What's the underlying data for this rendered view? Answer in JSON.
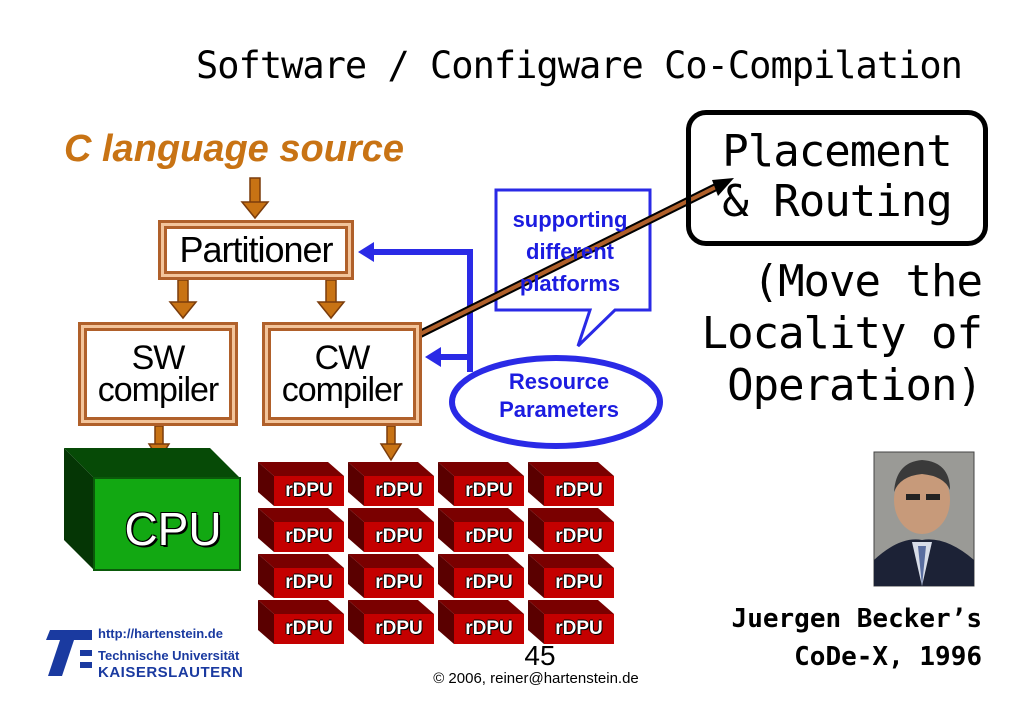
{
  "slide": {
    "title": "Software / Configware Co-Compilation",
    "source_label": "C language source",
    "partitioner": "Partitioner",
    "sw_compiler": {
      "line1": "SW",
      "line2": "compiler"
    },
    "cw_compiler": {
      "line1": "CW",
      "line2": "compiler"
    },
    "placement_box": {
      "line1": "Placement",
      "line2": "& Routing"
    },
    "move_text": {
      "line1": "(Move the",
      "line2": "Locality of",
      "line3": "Operation)"
    },
    "callout": {
      "line1": "supporting",
      "line2": "different",
      "line3": "platforms"
    },
    "resource": {
      "line1": "Resource",
      "line2": "Parameters"
    },
    "cpu_label": "CPU",
    "rdpu_label": "rDPU",
    "attribution": {
      "line1": "Juergen Becker’s",
      "line2": "CoDe-X, 1996"
    },
    "page_number": "45",
    "copyright": "© 2006, reiner@hartenstein.de",
    "footer": {
      "url": "http://hartenstein.de",
      "university_line1": "Technische Universität",
      "university_line2": "KAISERSLAUTERN"
    }
  },
  "colors": {
    "orange_text": "#c87314",
    "box_border": "#b0602a",
    "blue": "#1c1ce0",
    "cpu_green": "#0a8a0a",
    "rdpu_red": "#c40000"
  },
  "icons": [
    "university-logo-icon",
    "portrait-photo"
  ]
}
